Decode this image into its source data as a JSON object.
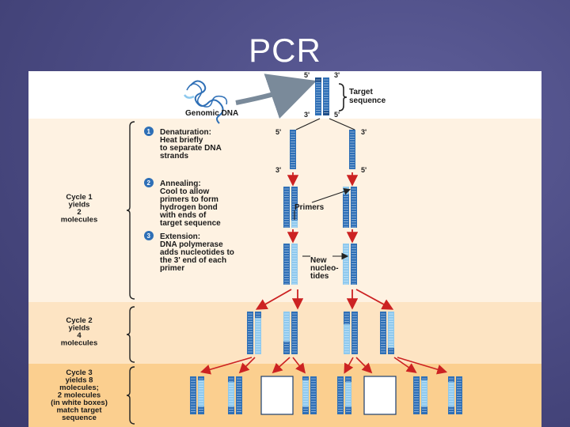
{
  "slide": {
    "title": "PCR"
  },
  "diagram": {
    "top": {
      "genomic_label": "Genomic DNA",
      "target_label_1": "Target",
      "target_label_2": "sequence",
      "end_5": "5'",
      "end_3": "3'"
    },
    "steps": [
      {
        "number": "1",
        "lines": [
          "Denaturation:",
          "Heat briefly",
          "to separate DNA",
          "strands"
        ]
      },
      {
        "number": "2",
        "lines": [
          "Annealing:",
          "Cool to allow",
          "primers to form",
          "hydrogen bond",
          "with ends of",
          "target sequence"
        ]
      },
      {
        "number": "3",
        "lines": [
          "Extension:",
          "DNA polymerase",
          "adds nucleotides to",
          "the 3' end of each",
          "primer"
        ]
      }
    ],
    "primers_label": "Primers",
    "new_nucleotides_label": [
      "New",
      "nucleo-",
      "tides"
    ],
    "cycles": [
      {
        "lines": [
          "Cycle 1",
          "yields",
          "2",
          "molecules"
        ]
      },
      {
        "lines": [
          "Cycle 2",
          "yields",
          "4",
          "molecules"
        ]
      },
      {
        "lines": [
          "Cycle 3",
          "yields 8",
          "molecules;",
          "2 molecules",
          "(in white boxes)",
          "match target",
          "sequence"
        ]
      }
    ],
    "colors": {
      "strand_blue": "#2e6fb6",
      "strand_light": "#8ec9ee",
      "arrow_red": "#cc2222",
      "cycle2_bg": "#fde4c3",
      "cycle3_bg": "#fbcf8f",
      "cycle1_bg": "#fef2e2"
    }
  }
}
